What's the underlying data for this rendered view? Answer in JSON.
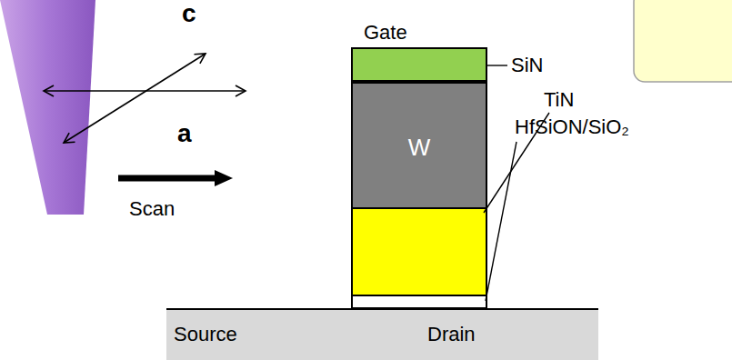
{
  "diagram": {
    "nodes": [
      {
        "text": [
          "Gate"
        ]
      },
      {
        "text": [
          "W"
        ],
        "in": 0
      },
      {
        "text": [
          "Source",
          "Drain"
        ]
      }
    ],
    "labels": [
      "c",
      "a",
      "Scan",
      "SiN",
      "TiN",
      "HfSiON/SiO₂"
    ]
  }
}
